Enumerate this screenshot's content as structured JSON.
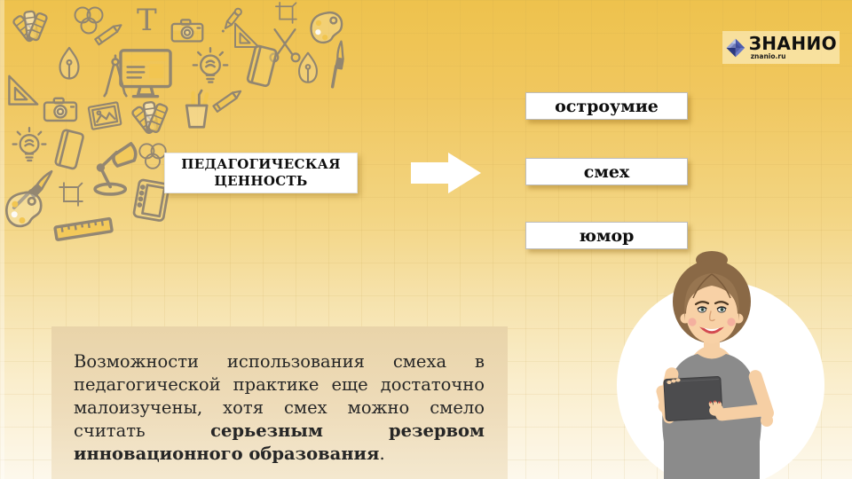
{
  "logo": {
    "brand": "ЗНАНИО",
    "site": "znanio.ru",
    "icon": "gem-diamond-icon",
    "accent_color": "#4a5cad"
  },
  "diagram": {
    "source_label": "ПЕДАГОГИЧЕСКАЯ ЦЕННОСТЬ",
    "arrow_icon": "right-block-arrow",
    "items": [
      "остроумие",
      "смех",
      "юмор"
    ]
  },
  "paragraph": {
    "full_text": "Возможности использования смеха в педагогической практике еще достаточно малоизучены, хотя смех можно смело считать серьезным резервом инновационного образования.",
    "lines": [
      {
        "last": false,
        "parts": [
          {
            "text": "Возможности использования смеха в",
            "bold": false
          }
        ]
      },
      {
        "last": false,
        "parts": [
          {
            "text": "педагогической практике еще достаточно",
            "bold": false
          }
        ]
      },
      {
        "last": false,
        "parts": [
          {
            "text": "малоизучены, хотя смех можно смело",
            "bold": false
          }
        ]
      },
      {
        "last": false,
        "parts": [
          {
            "text": "считать ",
            "bold": false
          },
          {
            "text": "серьезным резервом",
            "bold": true
          }
        ]
      },
      {
        "last": true,
        "parts": [
          {
            "text": "инновационного образования",
            "bold": true
          },
          {
            "text": ".",
            "bold": false
          }
        ]
      }
    ]
  },
  "background": {
    "grid": true,
    "colors": {
      "top": "#eec24d",
      "bottom": "#fdf8ec",
      "panel": "#e9d4a9",
      "box_shadow": "#966e1e"
    },
    "doodle_icons": [
      "color-swatch-fan",
      "overlapping-circles",
      "pencil",
      "letter-t",
      "camera",
      "eyedropper",
      "set-square",
      "crop-marks",
      "paint-palette",
      "scissors",
      "pen-nib",
      "drafting-compass",
      "computer-monitor",
      "light-bulb",
      "notebook",
      "paint-brush",
      "picture-frame",
      "pencil-cup",
      "desk-lamp",
      "ruler",
      "graphics-tablet"
    ]
  },
  "illustration": {
    "name": "woman-with-tablet-in-circle",
    "elements": [
      "white-circle",
      "woman",
      "tablet"
    ]
  }
}
